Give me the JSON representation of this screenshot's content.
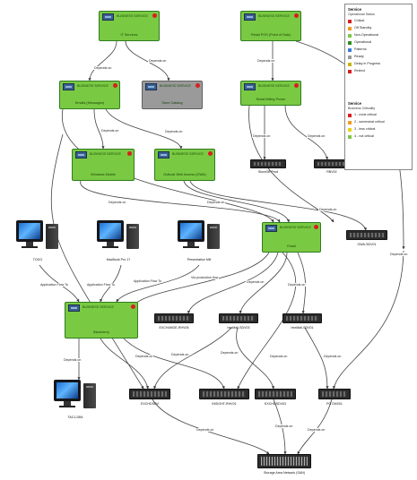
{
  "nodes": {
    "it_services": {
      "header": "BUSINESS SERVICE",
      "name": "IT Services"
    },
    "retail_pos": {
      "header": "BUSINESS SERVICE",
      "name": "Retail POS (Point of Sale)"
    },
    "emails_messages": {
      "header": "BUSINESS SERVICE",
      "name": "Emails (Messages)"
    },
    "store_catalog": {
      "header": "BUSINESS SERVICE",
      "name": "Store Catalog"
    },
    "retail_billing": {
      "header": "BUSINESS SERVICE",
      "name": "Retail Billing Power"
    },
    "windows_mobile": {
      "header": "BUSINESS SERVICE",
      "name": "Windows Mobile"
    },
    "outlook_web": {
      "header": "BUSINESS SERVICE",
      "name": "Outlook Web Access (OWA)"
    },
    "email": {
      "header": "BUSINESS SERVICE",
      "name": "Email"
    },
    "blackberry": {
      "header": "BUSINESS SERVICE",
      "name": "Blackberry"
    }
  },
  "devices": {
    "dev1": "StoreDB Prod",
    "dev2": "RBV02",
    "owa": "OWA-SDV01",
    "exch_rhv": "EXCHANGE-RHV05",
    "mail_a": "hexMail-SDV03",
    "mail_b": "hexMail-SDV01",
    "exchd1": "EXCHDSDV",
    "insight": "INSIGHT-RHV01",
    "exchd2": "EXCHDSDV03",
    "pg": "PG DNS01",
    "san": "Storage Area Network (SAN)"
  },
  "computers": {
    "pc1": "TOGO",
    "pc2": "MacBook Pro 17",
    "pc3": "Presentation Mill",
    "pc4": "TAC1-DB4"
  },
  "edges": {
    "depends_on": "Depends on",
    "app_flow": "Application Flow To",
    "via_flow": "Via production flow"
  },
  "legend": {
    "service": {
      "title": "Service",
      "subtitle": "Operational Status",
      "items": [
        {
          "label": "Critical",
          "color": "#d71f1f"
        },
        {
          "label": "Off Standby",
          "color": "#f29a1f"
        },
        {
          "label": "Non-Operational",
          "color": "#7ac943"
        },
        {
          "label": "Operational",
          "color": "#2d8f1f"
        },
        {
          "label": "Patterns",
          "color": "#3b7dd8"
        },
        {
          "label": "Ready",
          "color": "#9a9a9a"
        },
        {
          "label": "Delay in Progress",
          "color": "#c9b400"
        },
        {
          "label": "Retired",
          "color": "#d71f1f"
        }
      ]
    },
    "criticality": {
      "title": "Service",
      "subtitle": "Business Criticality",
      "items": [
        {
          "label": "1 - most critical",
          "color": "#d71f1f"
        },
        {
          "label": "2 - somewhat critical",
          "color": "#f29a1f"
        },
        {
          "label": "3 - less critical",
          "color": "#e8d21a"
        },
        {
          "label": "4 - not critical",
          "color": "#7ac943"
        }
      ]
    }
  }
}
